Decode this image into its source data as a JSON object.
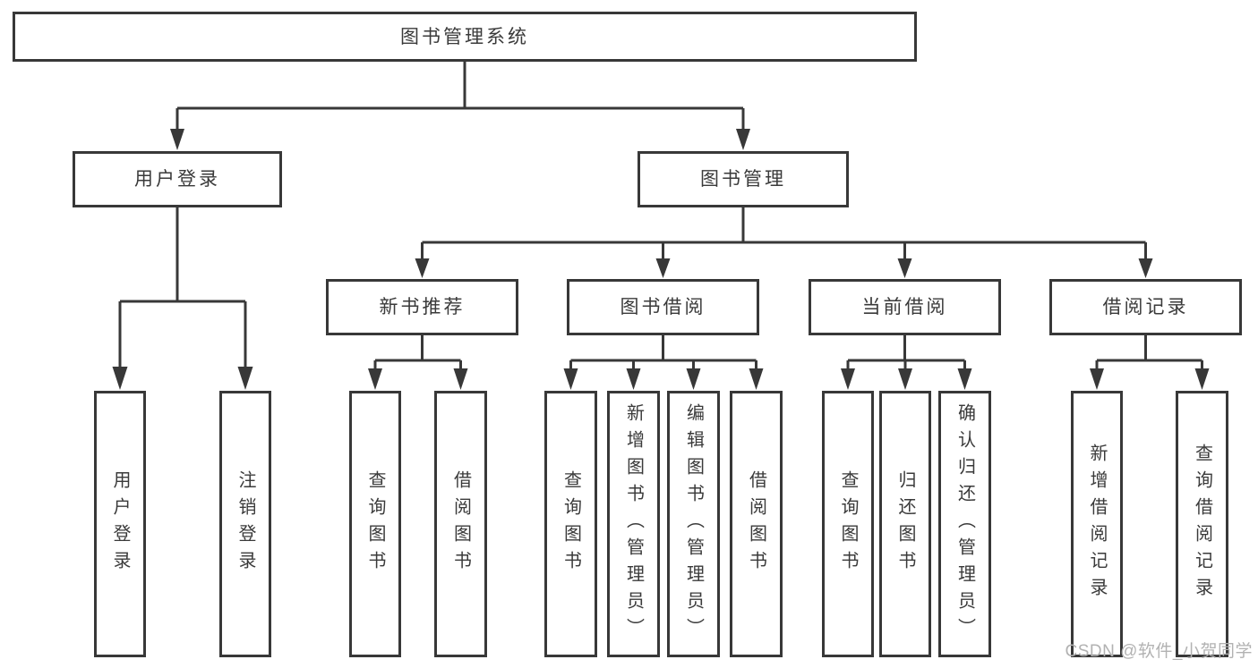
{
  "tree": {
    "label": "图书管理系统",
    "children": [
      {
        "label": "用户登录",
        "children": [
          {
            "label": "用户登录"
          },
          {
            "label": "注销登录"
          }
        ]
      },
      {
        "label": "图书管理",
        "children": [
          {
            "label": "新书推荐",
            "children": [
              {
                "label": "查询图书"
              },
              {
                "label": "借阅图书"
              }
            ]
          },
          {
            "label": "图书借阅",
            "children": [
              {
                "label": "查询图书"
              },
              {
                "label": "新增图书（管理员）"
              },
              {
                "label": "编辑图书（管理员）"
              },
              {
                "label": "借阅图书"
              }
            ]
          },
          {
            "label": "当前借阅",
            "children": [
              {
                "label": "查询图书"
              },
              {
                "label": "归还图书"
              },
              {
                "label": "确认归还（管理员）"
              }
            ]
          },
          {
            "label": "借阅记录",
            "children": [
              {
                "label": "新增借阅记录"
              },
              {
                "label": "查询借阅记录"
              }
            ]
          }
        ]
      }
    ]
  },
  "watermark": {
    "text": "CSDN @软件_小贺同学"
  },
  "colors": {
    "line": "#383838",
    "text": "#3a3a3a",
    "background": "#ffffff",
    "watermark": "#b2b2b2"
  }
}
